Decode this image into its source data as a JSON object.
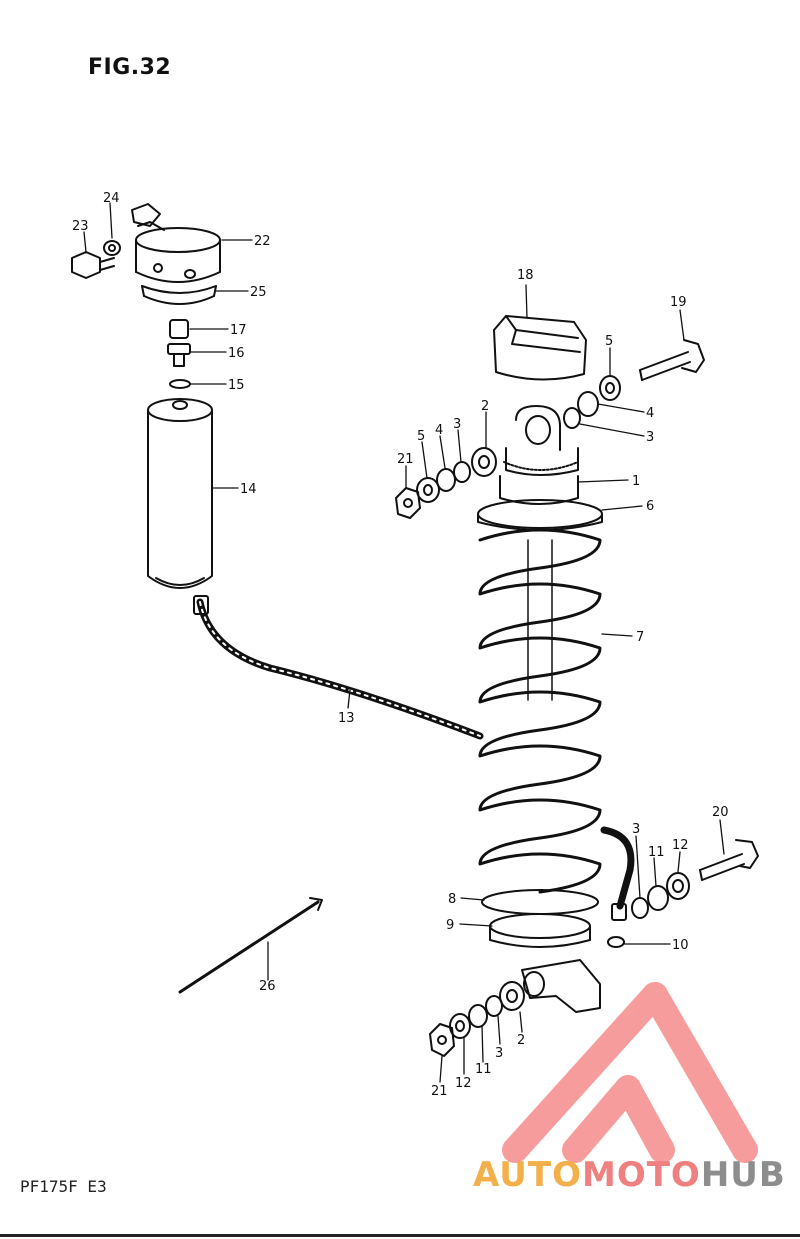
{
  "figure": {
    "title": "FIG.32",
    "code": "PF175F E3"
  },
  "brand": {
    "part1": "AUTO",
    "part2": "MOTO",
    "part3": "HUB",
    "colors": {
      "auto": "#f3b04a",
      "moto": "#f08080",
      "hub": "#8d8d8d",
      "mark": "#f25c5c"
    }
  },
  "callouts": {
    "c1": "1",
    "c2a": "2",
    "c2b": "2",
    "c3a": "3",
    "c3b": "3",
    "c3c": "3",
    "c3d": "3",
    "c4a": "4",
    "c4b": "4",
    "c5a": "5",
    "c5b": "5",
    "c6": "6",
    "c7": "7",
    "c8": "8",
    "c9": "9",
    "c10": "10",
    "c11a": "11",
    "c11b": "11",
    "c12a": "12",
    "c12b": "12",
    "c13": "13",
    "c14": "14",
    "c15": "15",
    "c16": "16",
    "c17": "17",
    "c18": "18",
    "c19": "19",
    "c20": "20",
    "c21a": "21",
    "c21b": "21",
    "c22": "22",
    "c23": "23",
    "c24": "24",
    "c25": "25",
    "c26": "26"
  }
}
